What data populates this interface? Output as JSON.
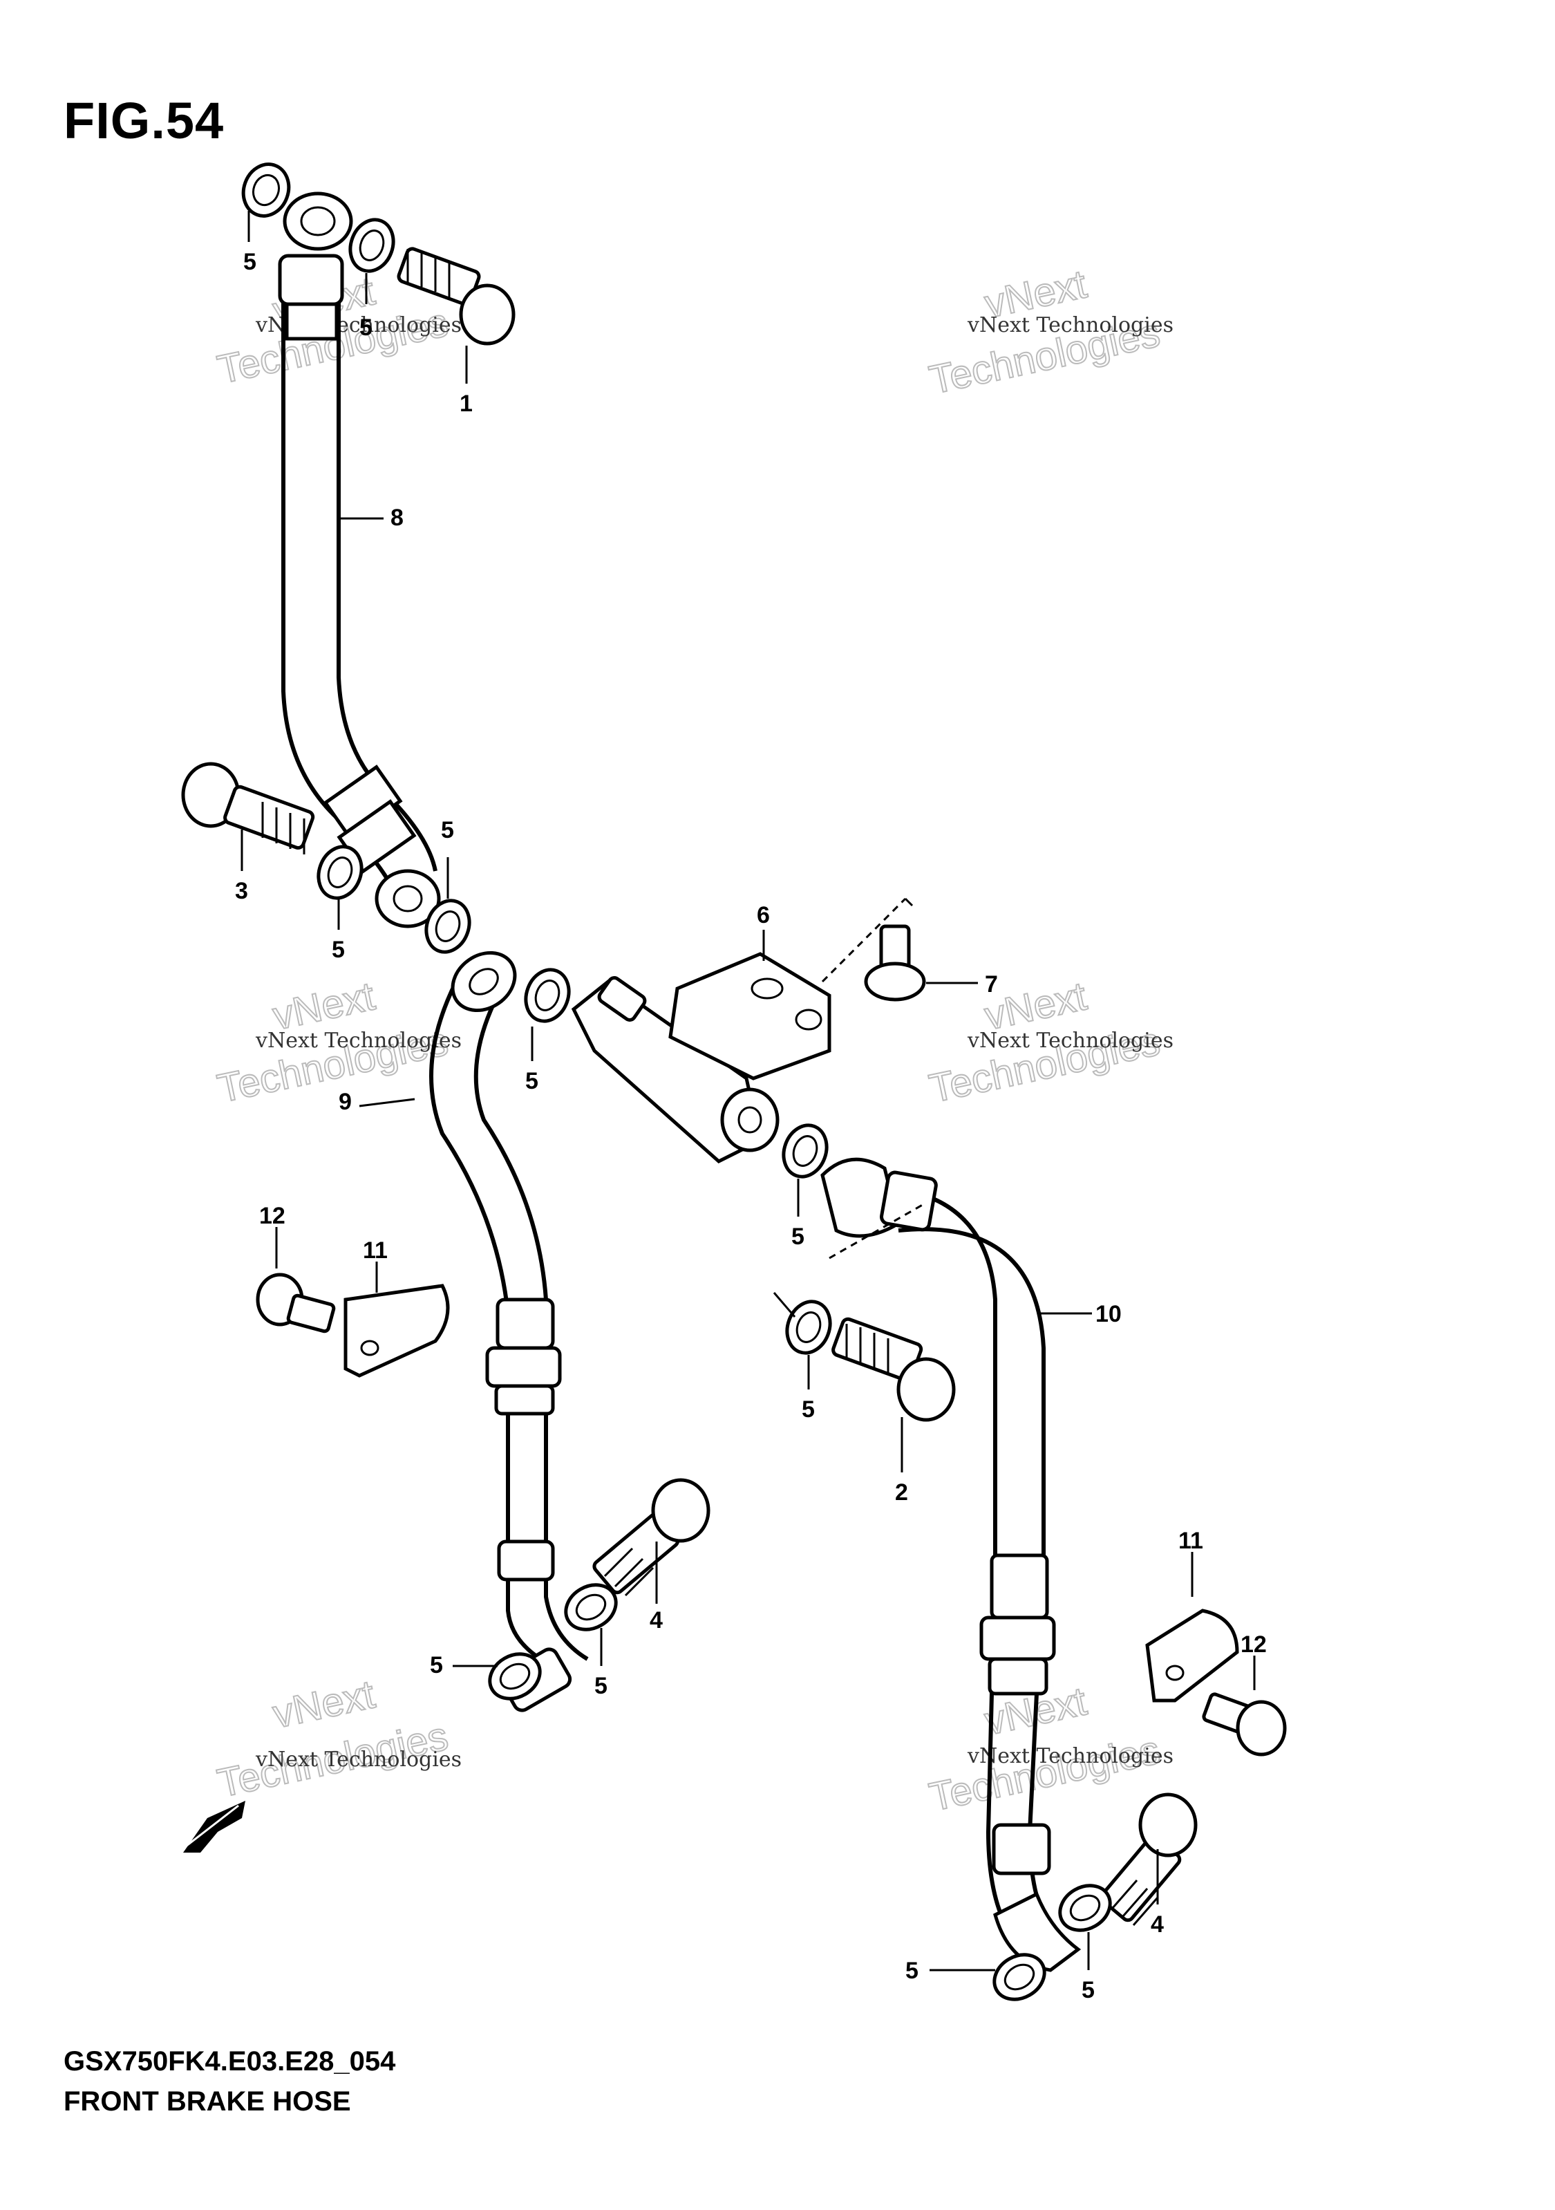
{
  "figure": {
    "title": "FIG.54",
    "model_code": "GSX750FK4.E03.E28_054",
    "name": "FRONT BRAKE  HOSE"
  },
  "watermark": {
    "line1": "vNext Technologies",
    "line2": "vNext",
    "line3": "Technologies"
  },
  "callouts": {
    "c1": "1",
    "c2": "2",
    "c3": "3",
    "c4a": "4",
    "c4b": "4",
    "c5a": "5",
    "c5b": "5",
    "c5c": "5",
    "c5d": "5",
    "c5e": "5",
    "c5f": "5",
    "c5g": "5",
    "c5h": "5",
    "c5i": "5",
    "c5j": "5",
    "c5k": "5",
    "c6": "6",
    "c7": "7",
    "c8": "8",
    "c9": "9",
    "c10": "10",
    "c11a": "11",
    "c11b": "11",
    "c12a": "12",
    "c12b": "12"
  },
  "icons": {
    "front_arrow": "front-direction-arrow-icon"
  }
}
